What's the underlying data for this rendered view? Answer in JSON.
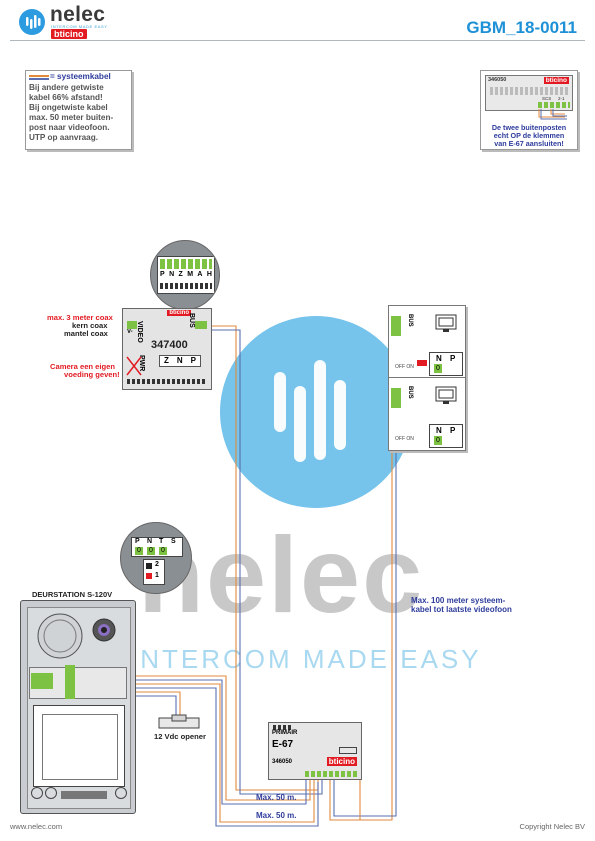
{
  "header": {
    "logo_text": "nelec",
    "logo_tagline": "INTERCOM MADE EASY",
    "brand": "bticino",
    "doc_code": "GBM_18-0011"
  },
  "legend": {
    "title": "= systeemkabel",
    "lines": [
      "Bij andere getwiste",
      "kabel 66% afstand!",
      "Bij ongetwiste kabel",
      "max. 50 meter buiten-",
      "post naar videofoon.",
      "UTP op aanvraag."
    ]
  },
  "note_top_right": {
    "module_code": "346050",
    "brand": "bticino",
    "terminal_labels": [
      "SCS",
      "2-1"
    ],
    "lines": [
      "De twee buitenposten",
      "echt OP de klemmen",
      "van E-67 aansluiten!"
    ]
  },
  "camera_module": {
    "code": "347400",
    "brand": "bticino",
    "video_label": "VIDEO",
    "v_label": "V-",
    "bus_label": "BUS",
    "pwr_label": "PWR",
    "zoom_labels": [
      "P",
      "N",
      "Z",
      "M",
      "A",
      "H"
    ],
    "terminal_labels": [
      "Z",
      "N",
      "P"
    ],
    "left_labels": [
      "max. 3 meter coax",
      "kern coax",
      "mantel coax"
    ],
    "power_labels": [
      "Camera een eigen",
      "voeding geven!"
    ]
  },
  "videophones": [
    {
      "bus_label": "BUS",
      "off_on_label": "OFF ON",
      "terminal_labels": [
        "N",
        "P"
      ],
      "switch_value": "0"
    },
    {
      "bus_label": "BUS",
      "off_on_label": "OFF ON",
      "terminal_labels": [
        "N",
        "P"
      ],
      "switch_value": "0"
    }
  ],
  "door_station": {
    "title": "DEURSTATION S-120V",
    "zoom_labels": [
      "P",
      "N",
      "T",
      "S"
    ],
    "zoom_values": [
      "0",
      "0",
      "0"
    ],
    "switch_labels": [
      "2",
      "1"
    ]
  },
  "opener_label": "12 Vdc opener",
  "distance_note": [
    "Max. 100 meter systeem-",
    "kabel tot laatste videofoon"
  ],
  "cable_labels": [
    "Max. 50 m.",
    "Max. 50 m."
  ],
  "power_supply": {
    "primary_label": "PRIMAIR",
    "model": "E-67",
    "code": "346050",
    "brand": "bticino"
  },
  "watermark": {
    "word": "nelec",
    "tagline": "INTERCOM MADE EASY"
  },
  "footer": {
    "left": "www.nelec.com",
    "right": "Copyright Nelec BV"
  },
  "colors": {
    "accent": "#1e90d6",
    "watermark": "#4fb3e6",
    "cable_orange": "#e08a3c",
    "cable_blue": "#5a6fb0",
    "terminal_green": "#7dc242",
    "alert_red": "#e21b23"
  }
}
